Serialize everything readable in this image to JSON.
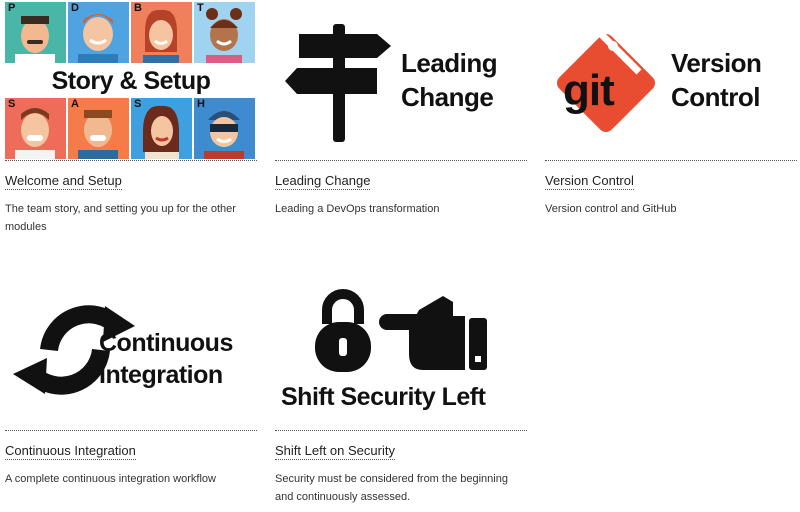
{
  "modules": [
    {
      "title": "Welcome and Setup",
      "description": "The team story, and setting you up for the other modules",
      "image": {
        "text": "Story & Setup",
        "letters_top": [
          "P",
          "D",
          "B",
          "T"
        ],
        "letters_bottom": [
          "S",
          "A",
          "S",
          "H"
        ],
        "tile_colors": [
          "#49b6a8",
          "#4fa3e0",
          "#f07f5c",
          "#9fd3f0",
          "#ef6b5a",
          "#f57b49",
          "#3ea0df",
          "#3f8bd0"
        ]
      }
    },
    {
      "title": "Leading Change",
      "description": "Leading a DevOps transformation",
      "image": {
        "line1": "Leading",
        "line2": "Change",
        "icon": "signpost-icon"
      }
    },
    {
      "title": "Version Control",
      "description": "Version control and GitHub",
      "image": {
        "logo_text": "git",
        "line1": "Version",
        "line2": "Control",
        "accent": "#e84d31",
        "icon": "git-logo-icon"
      }
    },
    {
      "title": "Continuous Integration",
      "description": "A complete continuous integration workflow",
      "image": {
        "line1": "Continuous",
        "line2": "Integration",
        "icon": "cycle-arrows-icon"
      }
    },
    {
      "title": "Shift Left on Security",
      "description": "Security must be considered from the beginning and continuously assessed.",
      "image": {
        "text": "Shift Security Left",
        "icons": [
          "padlock-icon",
          "pointing-hand-icon"
        ]
      }
    }
  ]
}
